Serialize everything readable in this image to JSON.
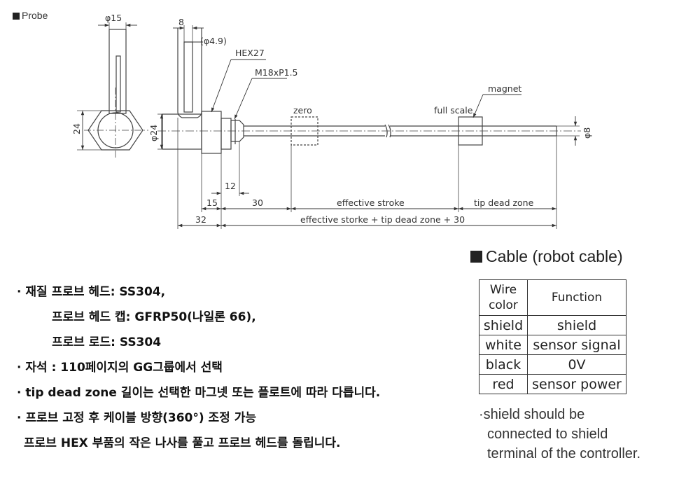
{
  "probe": {
    "title": "Probe",
    "dims": {
      "phi15": "φ15",
      "d8_top": "8",
      "phi4_9": "(φ4.9)",
      "hex27": "HEX27",
      "m18": "M18xP1.5",
      "zero": "zero",
      "full_scale": "full scale",
      "magnet": "magnet",
      "d24_left": "24",
      "phi24": "φ24",
      "phi8": "φ8",
      "d12": "12",
      "d15": "15",
      "d30": "30",
      "effective_stroke": "effective stroke",
      "tip_dead_zone": "tip dead zone",
      "d32": "32",
      "total": "effective storke + tip dead zone + 30"
    }
  },
  "notes": {
    "line1": "· 재질 프로브 헤드: SS304,",
    "line2": "프로브 헤드 캡: GFRP50(나일론 66),",
    "line3": "프로브 로드: SS304",
    "line4": "· 자석 : 110페이지의 GG그룹에서 선택",
    "line5": "· tip dead zone 길이는 선택한 마그넷 또는 플로트에 따라 다릅니다.",
    "line6": "· 프로브 고정 후 케이블 방향(360°) 조정 가능",
    "line7": "프로브 HEX 부품의 작은 나사를 풀고 프로브 헤드를 돌립니다."
  },
  "cable": {
    "title": "Cable (robot cable)",
    "header_wire_1": "Wire",
    "header_wire_2": "color",
    "header_function": "Function",
    "rows": [
      {
        "wire": "shield",
        "function": "shield"
      },
      {
        "wire": "white",
        "function": "sensor signal"
      },
      {
        "wire": "black",
        "function": "0V"
      },
      {
        "wire": "red",
        "function": "sensor power"
      }
    ],
    "note_1": "·shield should be",
    "note_2": "connected to shield",
    "note_3": "terminal of the controller."
  }
}
